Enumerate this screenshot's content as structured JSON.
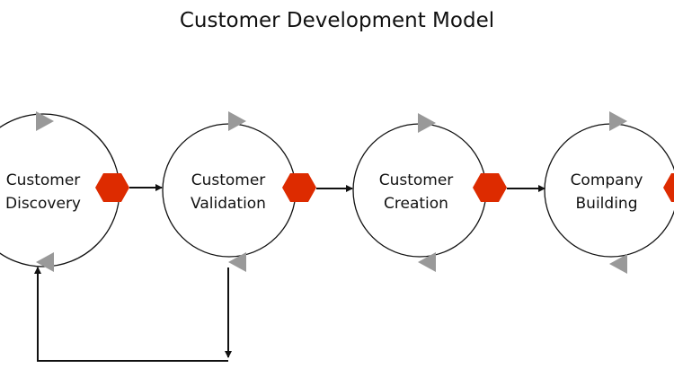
{
  "title": "Customer Development Model",
  "stages": [
    {
      "line1": "Customer",
      "line2": "Discovery"
    },
    {
      "line1": "Customer",
      "line2": "Validation"
    },
    {
      "line1": "Customer",
      "line2": "Creation"
    },
    {
      "line1": "Company",
      "line2": "Building"
    }
  ],
  "colors": {
    "circle": "#111111",
    "cycle_arrow": "#999999",
    "stop_hexagon": "#dd2b00",
    "arrow": "#111111"
  }
}
